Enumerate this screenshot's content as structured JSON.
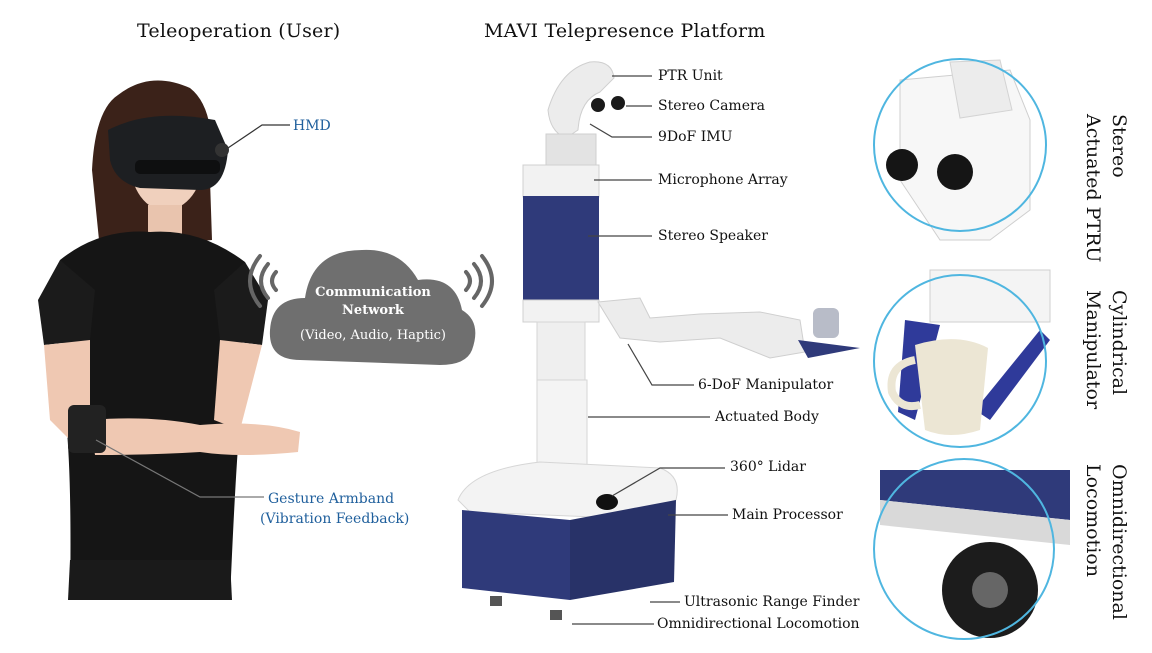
{
  "titles": {
    "left": "Teleoperation (User)",
    "center": "MAVI Telepresence Platform"
  },
  "user_labels": {
    "hmd": "HMD",
    "armband_line1": "Gesture Armband",
    "armband_line2": "(Vibration Feedback)"
  },
  "cloud": {
    "line1": "Communication",
    "line2": "Network",
    "line3": "(Video, Audio, Haptic)"
  },
  "robot_labels": [
    "PTR Unit",
    "Stereo Camera",
    "9DoF IMU",
    "Microphone Array",
    "Stereo Speaker",
    "6-DoF Manipulator",
    "Actuated Body",
    "360° Lidar",
    "Main Processor",
    "Ultrasonic Range Finder",
    "Omnidirectional Locomotion"
  ],
  "detail_views": {
    "top_line1": "Stereo",
    "top_line2": "Actuated PTRU",
    "mid_line1": "Cylindrical",
    "mid_line2": "Manipulator",
    "bottom_line1": "Omnidirectional",
    "bottom_line2": "Locomotion"
  },
  "colors": {
    "accent_blue": "#1f5f9c",
    "robot_navy": "#2f3a7a",
    "circle_border": "#4fb6e0",
    "cloud_gray": "#6f6f6f"
  }
}
